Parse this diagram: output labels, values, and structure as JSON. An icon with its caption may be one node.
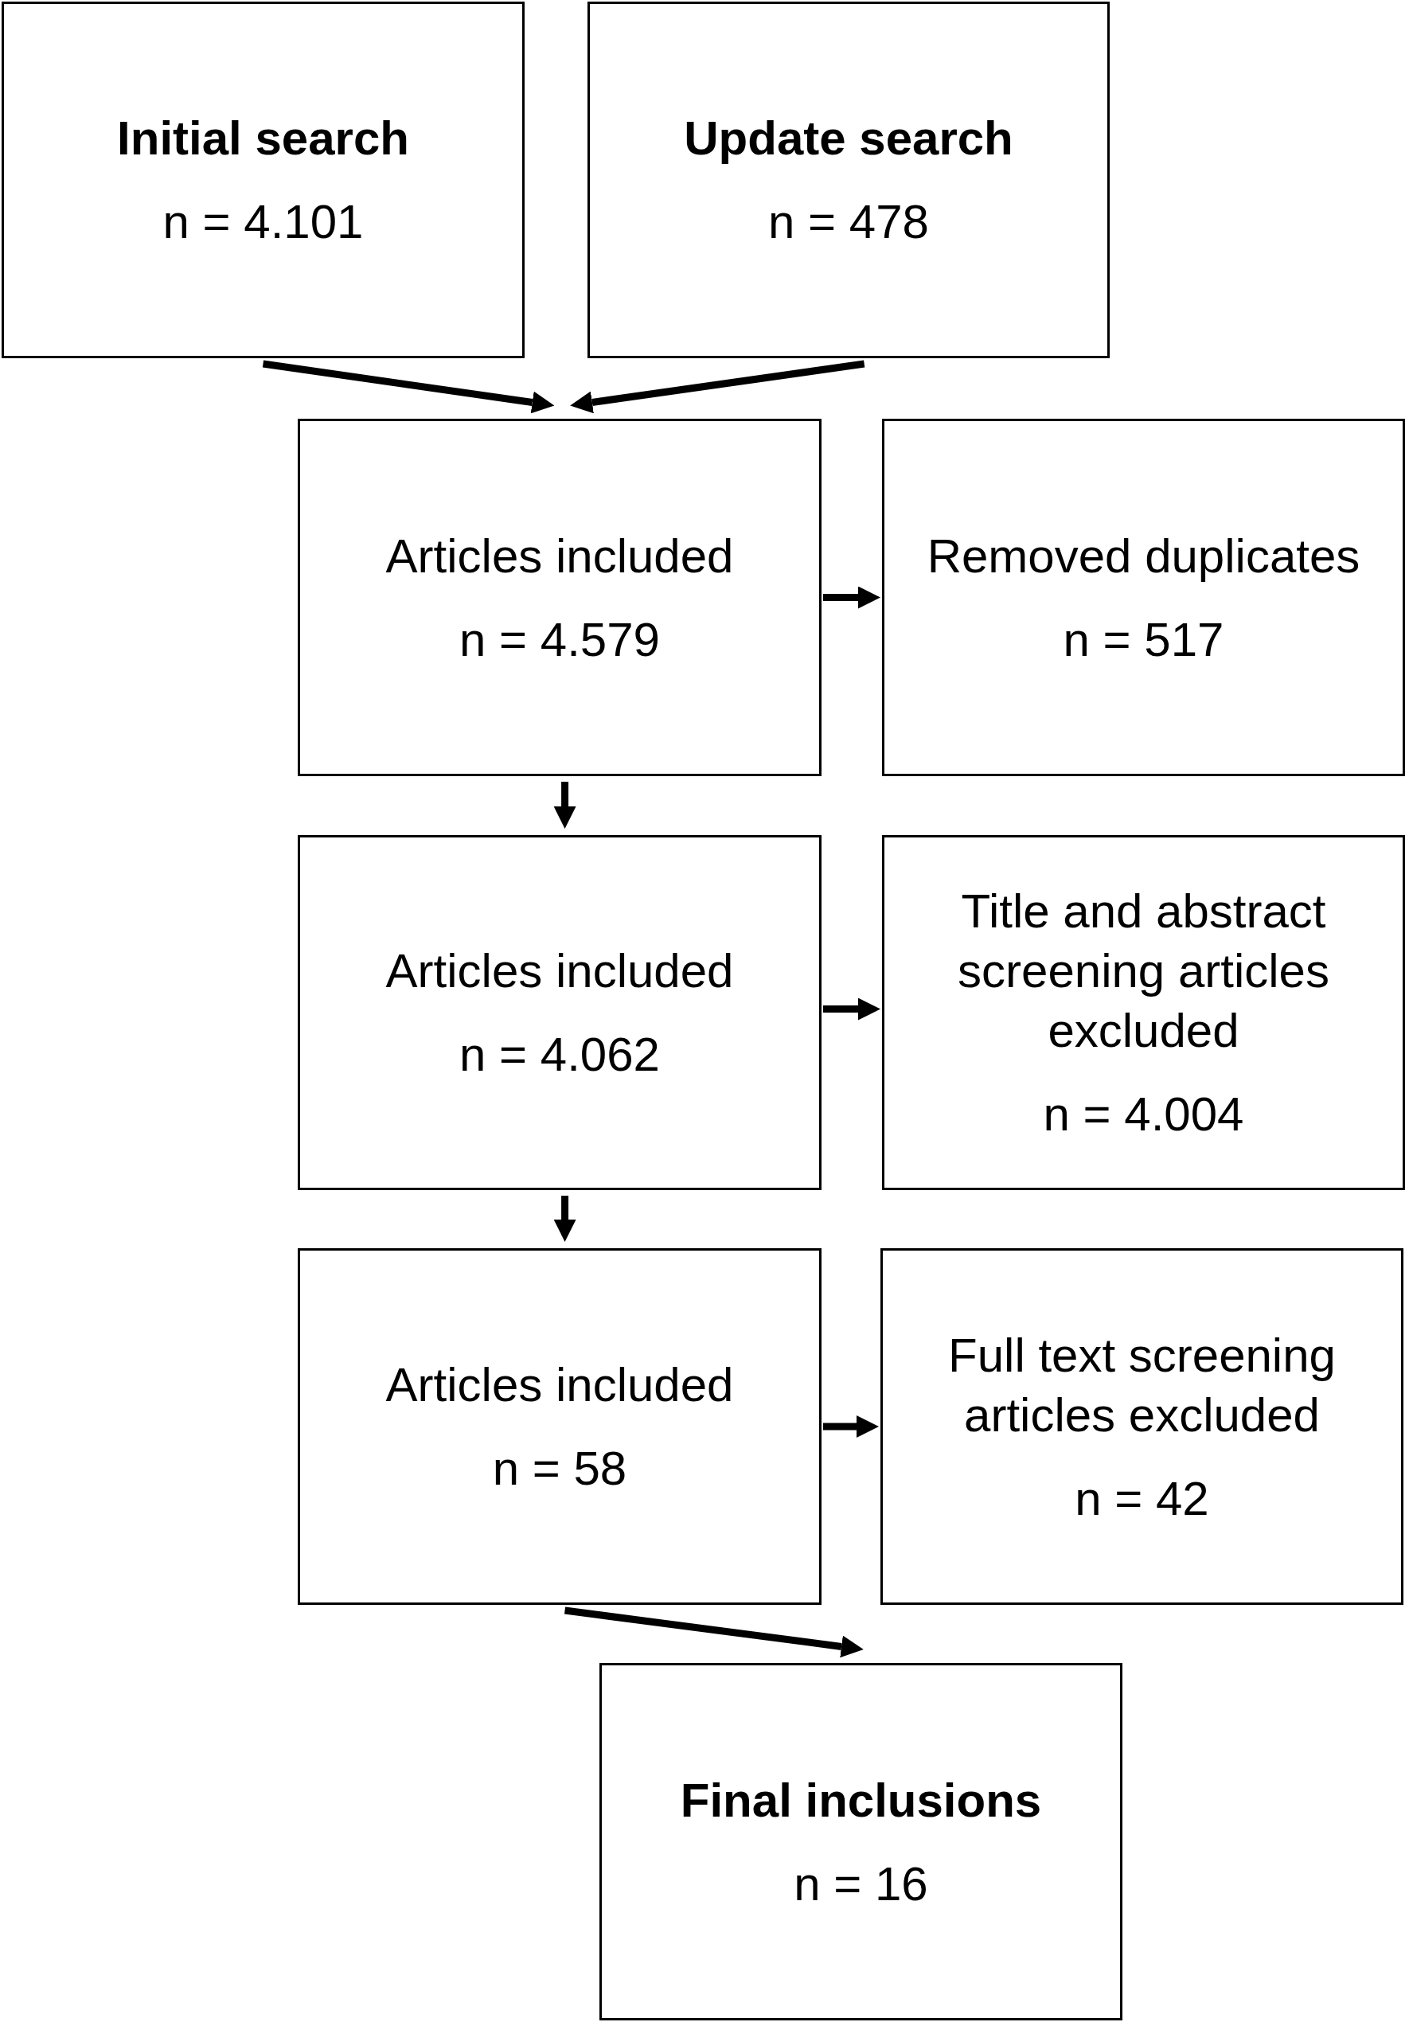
{
  "diagram": {
    "nodes": [
      {
        "text": [
          "Initial search",
          "n = 4.101"
        ]
      },
      {
        "text": [
          "Update search",
          "n = 478"
        ]
      },
      {
        "text": [
          "Articles included",
          "n = 4.579"
        ]
      },
      {
        "text": [
          "Removed duplicates",
          "n = 517"
        ]
      },
      {
        "text": [
          "Articles included",
          "n = 4.062"
        ]
      },
      {
        "text": [
          "Title and abstract screening articles excluded",
          "n = 4.004"
        ]
      },
      {
        "text": [
          "Articles included",
          "n = 58"
        ]
      },
      {
        "text": [
          "Full text screening articles excluded",
          "n = 42"
        ]
      },
      {
        "text": [
          "Final inclusions",
          "n = 16"
        ]
      }
    ],
    "edges": [
      {
        "from": 0,
        "to": 2,
        "arrow": "to"
      },
      {
        "from": 1,
        "to": 2,
        "arrow": "to"
      },
      {
        "from": 2,
        "to": 3,
        "arrow": "to"
      },
      {
        "from": 2,
        "to": 4,
        "arrow": "to"
      },
      {
        "from": 4,
        "to": 5,
        "arrow": "to"
      },
      {
        "from": 4,
        "to": 6,
        "arrow": "to"
      },
      {
        "from": 6,
        "to": 7,
        "arrow": "to"
      },
      {
        "from": 6,
        "to": 8,
        "arrow": "to"
      }
    ]
  }
}
